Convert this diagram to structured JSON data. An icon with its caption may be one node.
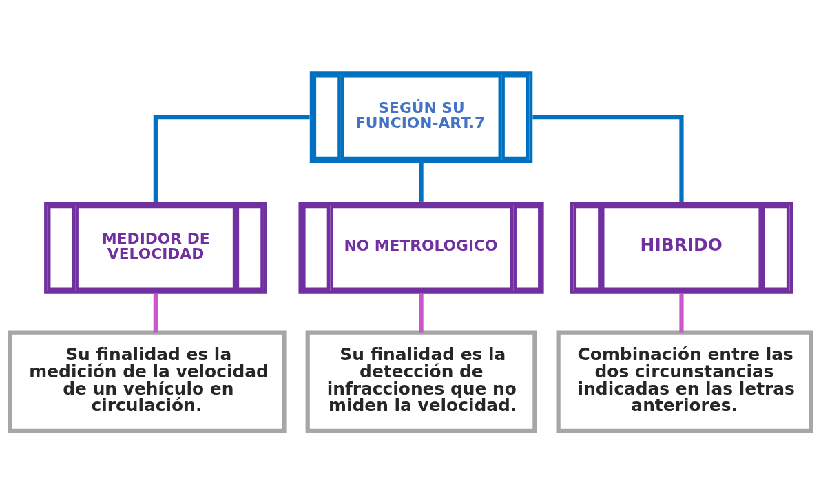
{
  "diagram": {
    "nodes": [
      {
        "text": [
          "SEGÚN SU FUNCION-ART.7"
        ]
      },
      {
        "text": [
          "MEDIDOR DE VELOCIDAD"
        ]
      },
      {
        "text": [
          "NO METROLOGICO"
        ]
      },
      {
        "text": [
          "HIBRIDO"
        ]
      },
      {
        "text": [
          "Su finalidad es la medición de la velocidad de un vehículo en circulación."
        ]
      },
      {
        "text": [
          "Su finalidad es la detección de infracciones que no miden la velocidad."
        ]
      },
      {
        "text": [
          "Combinación entre las dos circunstancias indicadas en las letras anteriores."
        ]
      }
    ],
    "edges": [
      {
        "from": 0,
        "to": 1,
        "arrow": "none",
        "color": "#0070c0"
      },
      {
        "from": 0,
        "to": 2,
        "arrow": "none",
        "color": "#0070c0"
      },
      {
        "from": 0,
        "to": 3,
        "arrow": "none",
        "color": "#0070c0"
      },
      {
        "from": 1,
        "to": 4,
        "arrow": "none",
        "color": "#cc55cc"
      },
      {
        "from": 2,
        "to": 5,
        "arrow": "none",
        "color": "#cc55cc"
      },
      {
        "from": 3,
        "to": 6,
        "arrow": "none",
        "color": "#cc55cc"
      }
    ]
  }
}
